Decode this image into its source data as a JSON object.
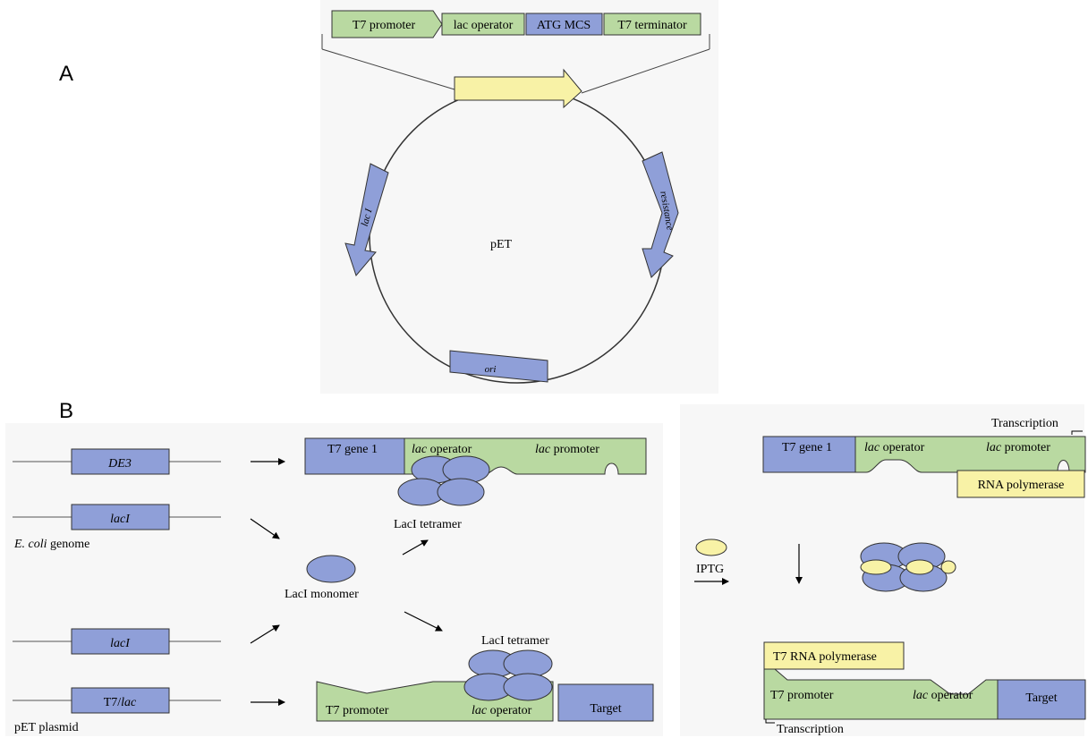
{
  "panel_a": {
    "label": "A",
    "cassette": [
      "T7 promoter",
      "lac operator",
      "ATG MCS",
      "T7 terminator"
    ],
    "plasmid_name": "pET",
    "arc_labels": {
      "laci": "lac I",
      "resistance": "resistance",
      "ori": "ori"
    }
  },
  "panel_b": {
    "label": "B",
    "genome": {
      "de3": "DE3",
      "laci": "lacI",
      "italic": "E. coli",
      "rest": " genome"
    },
    "plasmid": {
      "laci": "lacI",
      "t7lac_a": "T7/",
      "t7lac_b": "lac",
      "caption": "pET plasmid"
    },
    "top_operon": {
      "t7gene1": "T7 gene 1",
      "lac": "lac",
      "operator": " operator",
      "promoter": " promoter"
    },
    "laci_tetramer": "LacI tetramer",
    "laci_monomer": "LacI monomer",
    "bottom_operon": {
      "t7promoter": "T7 promoter",
      "lac": "lac",
      "operator": " operator",
      "target": "Target"
    }
  },
  "panel_c": {
    "transcription_top": "Transcription",
    "top_operon": {
      "t7gene1": "T7 gene 1",
      "lac": "lac",
      "operator": " operator",
      "promoter": " promoter"
    },
    "rna_polymerase": "RNA polymerase",
    "iptg": "IPTG",
    "t7_rna_polymerase": "T7 RNA polymerase",
    "bottom_operon": {
      "t7promoter": "T7 promoter",
      "lac": "lac",
      "operator": " operator",
      "target": "Target"
    },
    "transcription_bottom": "Transcription"
  },
  "colors": {
    "blue": "#8f9fd8",
    "green": "#b9d9a1",
    "yellow": "#f8f2a6"
  }
}
